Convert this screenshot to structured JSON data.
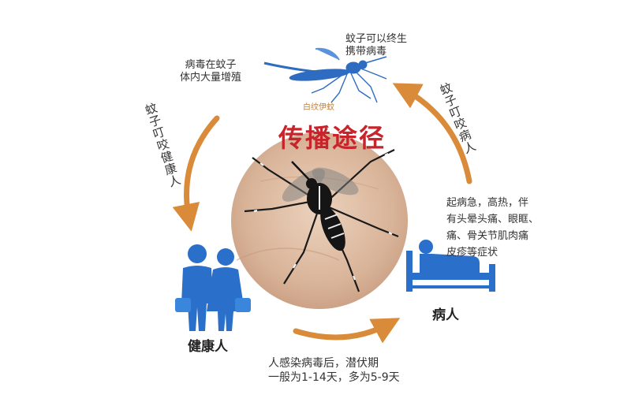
{
  "title": "传播途径",
  "species_label": "白纹伊蚊",
  "notes": {
    "carry_line1": "蚊子可以终生",
    "carry_line2": "携带病毒",
    "multiply_line1": "病毒在蚊子",
    "multiply_line2": "体内大量增殖",
    "bite_patient": "蚊子叮咬病人",
    "bite_healthy": "蚊子叮咬健康人",
    "symptoms": [
      "起病急，高热，伴",
      "有头晕头痛、眼眶、",
      "痛、骨关节肌肉痛",
      "皮疹等症状"
    ],
    "incubation_line1": "人感染病毒后，潜伏期",
    "incubation_line2": "一般为1-14天，多为5-9天"
  },
  "labels": {
    "healthy": "健康人",
    "patient": "病人"
  },
  "colors": {
    "arrow": "#d98b3a",
    "title_red": "#c8242b",
    "figure_blue": "#2a6fc9",
    "mosquito_blue": "#2d6cc0"
  },
  "icons": {
    "mosquito": "mosquito-icon",
    "people": "healthy-people-icon",
    "patient": "patient-in-bed-icon"
  }
}
